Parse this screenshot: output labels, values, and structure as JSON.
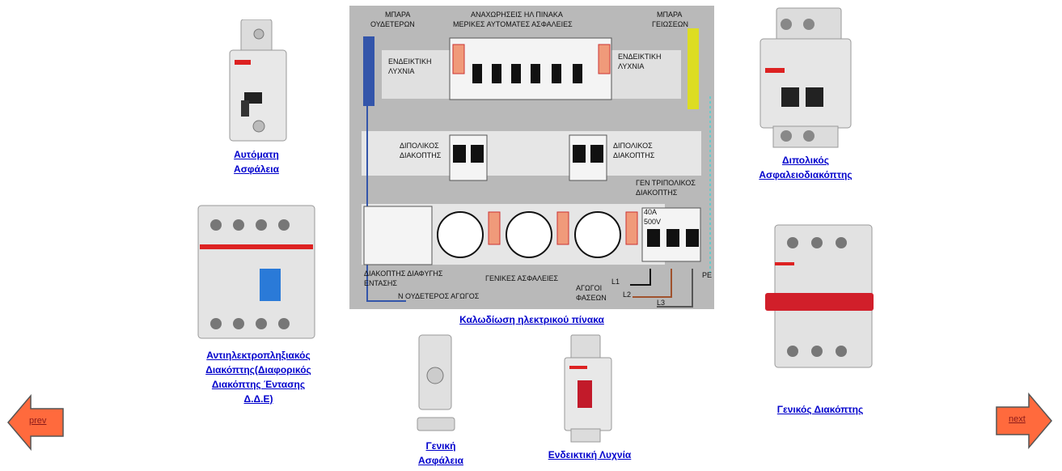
{
  "captions": {
    "mcb": [
      "Αυτόματη ",
      "Ασφάλεια"
    ],
    "rcd": [
      "Αντιηλεκτροπληξιακός ",
      "Διακόπτης(Διαφορικός ",
      "Διακόπτης Έντασης ",
      "Δ.Δ.Ε)"
    ],
    "diagram": "Καλωδίωση ηλεκτρικού πίνακα",
    "fuse": [
      "Γενική ",
      "Ασφάλεια"
    ],
    "lamp": "Ενδεικτική Λυχνία",
    "double": [
      "Διπολικός ",
      "Ασφαλειοδιακόπτης"
    ],
    "main_switch": "Γενικός Διακόπτης"
  },
  "nav": {
    "prev": "prev",
    "next": "next"
  },
  "diagram_labels": {
    "neutral_bar": [
      "ΜΠΑΡΑ",
      "ΟΥΔΕΤΕΡΩΝ"
    ],
    "top_title": [
      "ΑΝΑΧΩΡΗΣΕΙΣ ΗΛ ΠΙΝΑΚΑ",
      "ΜΕΡΙΚΕΣ ΑΥΤΟΜΑΤΕΣ ΑΣΦΑΛΕΙΕΣ"
    ],
    "ground_bar": [
      "ΜΠΑΡΑ",
      "ΓΕΙΩΣΕΩΝ"
    ],
    "lamp_left": [
      "ΕΝΔΕΙΚΤΙΚΗ",
      "ΛΥΧΝΙΑ"
    ],
    "lamp_right": [
      "ΕΝΔΕΙΚΤΙΚΗ",
      "ΛΥΧΝΙΑ"
    ],
    "bipolar_left": [
      "ΔΙΠΟΛΙΚΟΣ",
      "ΔΙΑΚΟΠΤΗΣ"
    ],
    "bipolar_right": [
      "ΔΙΠΟΛΙΚΟΣ",
      "ΔΙΑΚΟΠΤΗΣ"
    ],
    "tripolar": [
      "ΓΕΝ ΤΡΙΠΟΛΙΚΟΣ",
      "ΔΙΑΚΟΠΤΗΣ"
    ],
    "rating": [
      "40A",
      "500V"
    ],
    "rcd_label": [
      "ΔΙΑΚΟΠΤΗΣ ΔΙΑΦΥΓΗΣ",
      "ΕΝΤΑΣΗΣ"
    ],
    "main_fuses": "ΓΕΝΙΚΕΣ ΑΣΦΑΛΕΙΕΣ",
    "neutral_wire": "N  ΟΥΔΕΤΕΡΟΣ ΑΓΩΓΟΣ",
    "phase_wires": [
      "ΑΓΩΓΟΙ",
      "ΦΑΣΕΩΝ"
    ],
    "l1": "L1",
    "l2": "L2",
    "l3": "L3",
    "pe": "PE"
  },
  "colors": {
    "link": "#0000cc",
    "arrow_fill": "#ff6a3d",
    "neutral_bar": "#3355aa",
    "ground_bar": "#dddd22",
    "diagram_bg": "#b9b9b9"
  }
}
